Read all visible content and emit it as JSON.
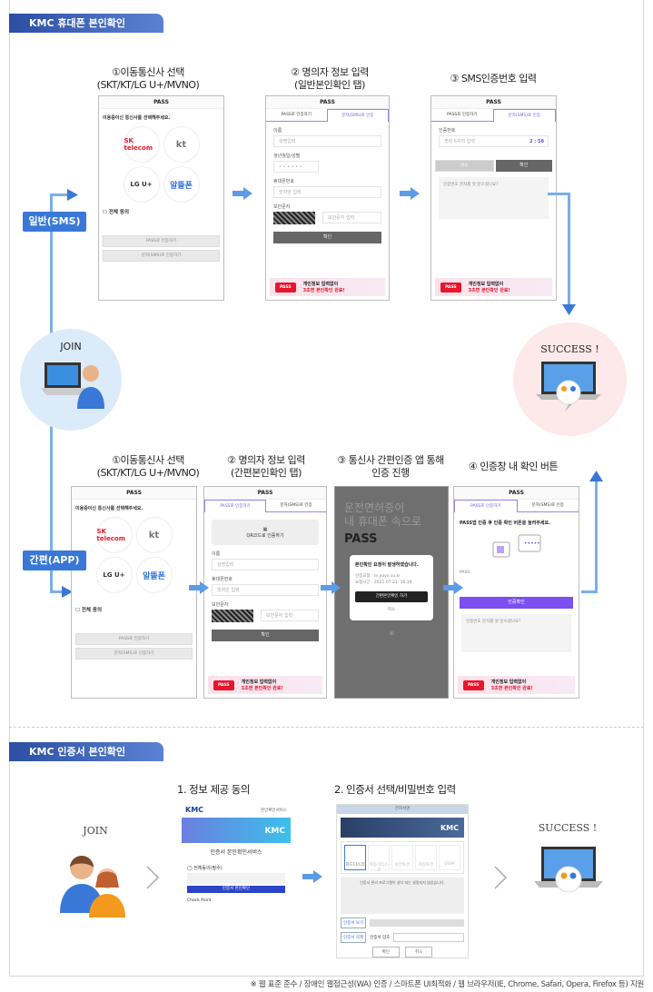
{
  "section1": {
    "banner": "KMC 휴대폰 본인확인",
    "general_label": "일반(SMS)",
    "app_label": "간편(APP)",
    "join": "JOIN",
    "success": "SUCCESS !",
    "row1_steps": [
      {
        "line1": "①이동통신사 선택",
        "line2": "(SKT/KT/LG U+/MVNO)"
      },
      {
        "line1": "② 명의자 정보 입력",
        "line2": "(일반본인확인 탭)"
      },
      {
        "line1": "③ SMS인증번호 입력",
        "line2": ""
      }
    ],
    "row2_steps": [
      {
        "line1": "①이동통신사 선택",
        "line2": "(SKT/KT/LG U+/MVNO)"
      },
      {
        "line1": "② 명의자 정보 입력",
        "line2": "(간편본인확인 탭)"
      },
      {
        "line1": "③ 통신사 간편인증 앱 통해",
        "line2": "인증 진행"
      },
      {
        "line1": "④ 인증창 내 확인 버튼",
        "line2": ""
      }
    ],
    "phone": {
      "header": "PASS",
      "carrier_prompt": "이용중이신 통신사를 선택해주세요.",
      "carriers": [
        "SK telecom",
        "kt",
        "LG U+",
        "알뜰폰"
      ],
      "agree_all": "전체 동의",
      "pass_btn": "PASS로 인증하기",
      "sms_btn": "문자(SMS)로 인증하기",
      "tab_pass": "PASS로 인증하기",
      "tab_sms": "문자(SMS)로 인증",
      "name_label": "이름",
      "name_ph": "성명입력",
      "birth_label": "생년월일/성별",
      "phone_label": "휴대폰번호",
      "phone_ph": "숫자만 입력",
      "captcha_label": "보안문자",
      "captcha_ph": "보안문자 입력",
      "confirm": "확인",
      "cancel": "취소",
      "qr": "QR코드로 인증하기",
      "code_label": "인증번호",
      "code_ph": "숫자 6자리 입력",
      "timer": "2 : 58",
      "no_sms": "인증번호 문자를 못 받으셨나요?",
      "promo_line1": "개인정보 입력없이",
      "promo_line2": "3초면 본인확인 완료!",
      "pass_logo": "PASS",
      "app_splash1": "운전면허증이",
      "app_splash2": "내 휴대폰 속으로",
      "app_splash3": "PASS",
      "app_dialog_title": "본인확인 요청이 발생하였습니다.",
      "app_dialog_site": "인증요청 : m.yoyo.co.kr",
      "app_dialog_time": "요청시간 : 2021.07.21. 16:39",
      "app_dialog_btn": "간편본인확인 하기",
      "app_dialog_cancel": "취소",
      "step4_prompt": "PASS앱 인증 후 인증 확인 버튼을 눌러주세요.",
      "step4_btn": "인증확인"
    }
  },
  "section2": {
    "banner": "KMC 인증서 본인확인",
    "steps": [
      "1. 정보 제공 동의",
      "2.  인증서 선택/비밀번호 입력"
    ],
    "join": "JOIN",
    "success": "SUCCESS !",
    "shot1": {
      "logo": "KMC",
      "service": "본인확인서비스",
      "title": "인증서 본인확인서비스",
      "agree": "전체동의(필수)",
      "btn": "인증서 본인확인",
      "checkpoint": "Check Point"
    },
    "shot2": {
      "title": "전자서명",
      "logo": "KMC",
      "tabs": [
        "하드디스크",
        "이동식디스크",
        "보안토큰",
        "저장토큰",
        "USIM"
      ],
      "notice": "인증서 관리 프로그램이 설치 되는 설명되지 않았습니다.",
      "view": "인증서 보기",
      "delete": "인증서 삭제",
      "pw_label": "인증서 암호",
      "ok": "확인",
      "cancel": "취소"
    }
  },
  "footer": "※ 웹 표준 준수 / 장애인 웹접근성(WA) 인증 / 스마트폰 UI최적화 / 웹 브라우저(IE, Chrome, Safari, Opera, Firefox 등) 지원",
  "colors": {
    "brand": "#2b4ea3",
    "accent": "#3a78d8",
    "purple": "#7b4ff0",
    "pass_red": "#e8152b"
  }
}
